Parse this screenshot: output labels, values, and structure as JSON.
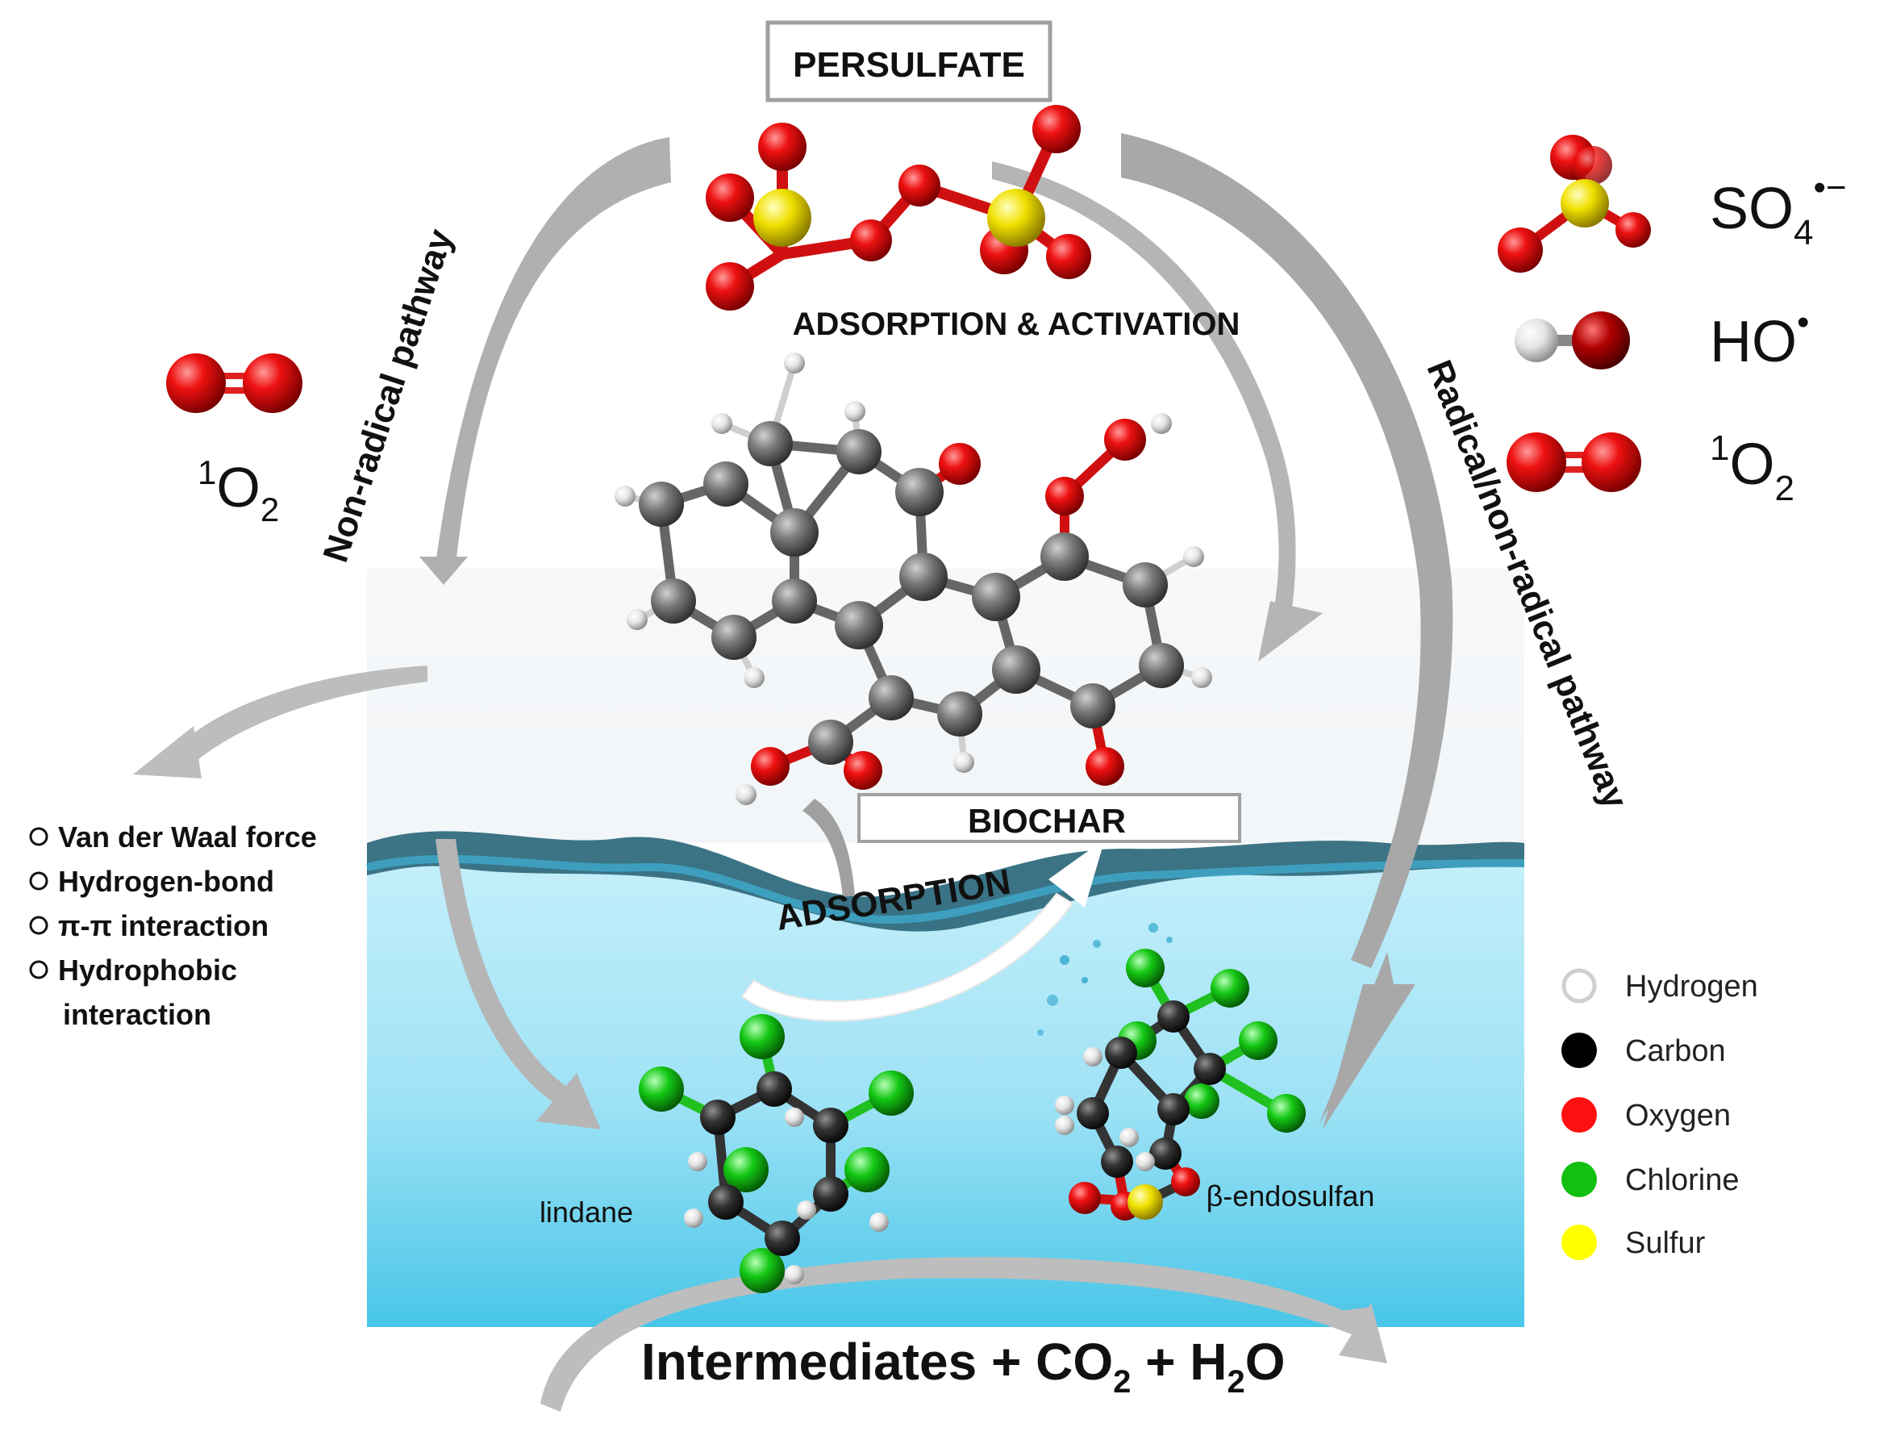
{
  "header": {
    "persulfate": "PERSULFATE",
    "activation": "ADSORPTION & ACTIVATION"
  },
  "pathways": {
    "left": "Non-radical pathway",
    "right": "Radical/non-radical pathway"
  },
  "left_species": {
    "base": "O",
    "sup": "1",
    "sub": "2"
  },
  "species": [
    {
      "base": "SO",
      "sub": "4",
      "sup": "•−"
    },
    {
      "base": "HO",
      "sub": "",
      "sup": "•"
    },
    {
      "base": "O",
      "sub": "2",
      "sup": "1"
    }
  ],
  "biochar": "BIOCHAR",
  "adsorption": "ADSORPTION",
  "mechanisms": [
    "Van der Waal force",
    "Hydrogen-bond",
    "π-π interaction",
    "Hydrophobic",
    "interaction"
  ],
  "molecules": {
    "lindane": "lindane",
    "endosulfan": "β-endosulfan"
  },
  "legend": [
    {
      "label": "Hydrogen",
      "color": "#ffffff"
    },
    {
      "label": "Carbon",
      "color": "#000000"
    },
    {
      "label": "Oxygen",
      "color": "#ff0000"
    },
    {
      "label": "Chlorine",
      "color": "#00c000"
    },
    {
      "label": "Sulfur",
      "color": "#ffff00"
    }
  ],
  "products": {
    "a": "Intermediates + CO",
    "a_sub": "2",
    "b": " + H",
    "b_sub": "2",
    "c": "O"
  }
}
